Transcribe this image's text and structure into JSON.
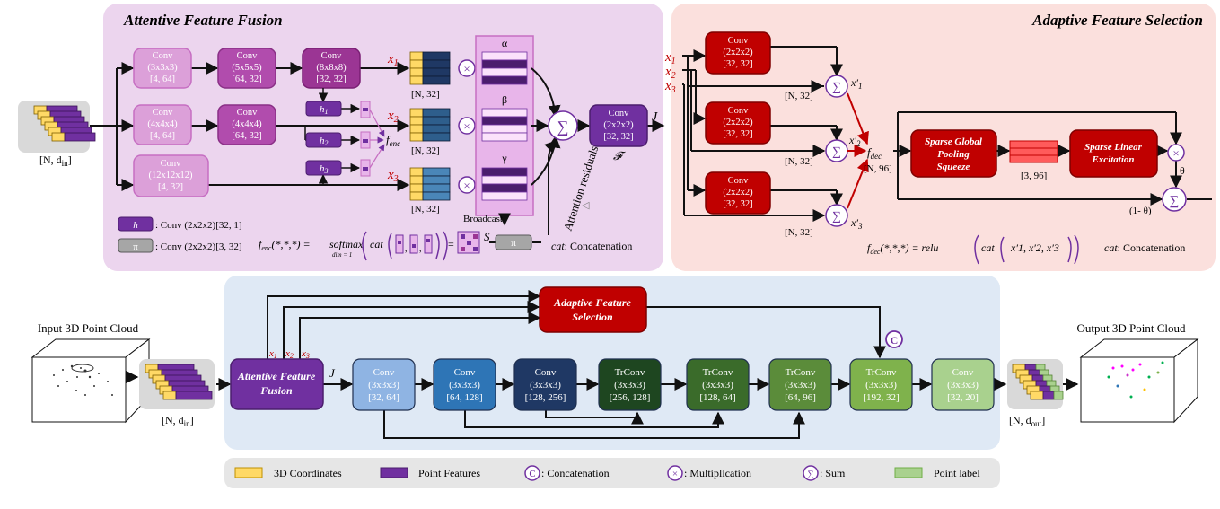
{
  "panels": {
    "aff_title": "Attentive Feature Fusion",
    "afs_title": "Adaptive Feature Selection"
  },
  "aff": {
    "conv_a1": [
      "Conv",
      "(3x3x3)",
      "[4, 64]"
    ],
    "conv_a2": [
      "Conv",
      "(5x5x5)",
      "[64, 32]"
    ],
    "conv_a3": [
      "Conv",
      "(8x8x8)",
      "[32, 32]"
    ],
    "conv_b1": [
      "Conv",
      "(4x4x4)",
      "[4, 64]"
    ],
    "conv_b2": [
      "Conv",
      "(4x4x4)",
      "[64, 32]"
    ],
    "conv_c1": [
      "Conv",
      "(12x12x12)",
      "[4, 32]"
    ],
    "conv_f": [
      "Conv",
      "(2x2x2)",
      "[32, 32]"
    ],
    "h1": "h1",
    "h2": "h2",
    "h3": "h3",
    "x1": "x1",
    "x2": "x2",
    "x3": "x3",
    "n32": "[N, 32]",
    "alpha": "α",
    "beta": "β",
    "gamma": "γ",
    "fenc": "f",
    "fenc_sub": "enc",
    "J": "J",
    "F": "𝓕",
    "input_label": "[N, d",
    "input_sub": "in",
    "broadcast": "Broadcast",
    "S": "S",
    "pi": "π",
    "attn_res": "Attention residuals",
    "legend_h": "h",
    "legend_h_text": ": Conv (2x2x2)[32, 1]",
    "legend_pi_text": ": Conv (2x2x2)[3, 32]",
    "eq_fenc": "f",
    "eq_fenc_sub": "enc",
    "eq_args": "(*,*,*) = ",
    "eq_softmax": "softmax",
    "eq_dim": "dim = 1",
    "eq_cat": "cat",
    "cat_text": "cat",
    "cat_def": ": Concatenation"
  },
  "afs": {
    "conv1": [
      "Conv",
      "(2x2x2)",
      "[32, 32]"
    ],
    "conv2": [
      "Conv",
      "(2x2x2)",
      "[32, 32]"
    ],
    "conv3": [
      "Conv",
      "(2x2x2)",
      "[32, 32]"
    ],
    "x1": "x1",
    "x2": "x2",
    "x3": "x3",
    "xp1": "x′1",
    "xp2": "x′2",
    "xp3": "x′3",
    "n32": "[N, 32]",
    "fdec": "f",
    "fdec_sub": "dec",
    "n96": "[N, 96]",
    "sgps": [
      "Sparse Global",
      "Pooling",
      "Squeeze"
    ],
    "sle": [
      "Sparse Linear",
      "Excitation"
    ],
    "dim396": "[3, 96]",
    "theta": "θ",
    "one_minus_theta": "(1- θ)",
    "eq_fdec": "f",
    "eq_fdec_sub": "dec",
    "eq_rest": "(*,*,*) = relu",
    "eq_cat": "cat",
    "eq_items": "x′1, x′2, x′3",
    "cat_text": "cat",
    "cat_def": ": Concatenation"
  },
  "pipeline": {
    "input_title": "Input 3D Point Cloud",
    "output_title": "Output 3D Point Cloud",
    "in_label": "[N, d",
    "in_sub": "in",
    "out_label": "[N, d",
    "out_sub": "out",
    "aff_block": [
      "Attentive Feature",
      "Fusion"
    ],
    "afs_block": [
      "Adaptive Feature",
      "Selection"
    ],
    "J": "J",
    "x1": "x1",
    "x2": "x2",
    "x3": "x3",
    "concat_symbol": "C",
    "blocks": [
      {
        "name": "Conv",
        "k": "(3x3x3)",
        "dim": "[32, 64]",
        "color": "#8fb4e3",
        "text": "#ffffff"
      },
      {
        "name": "Conv",
        "k": "(3x3x3)",
        "dim": "[64, 128]",
        "color": "#2e75b6",
        "text": "#ffffff"
      },
      {
        "name": "Conv",
        "k": "(3x3x3)",
        "dim": "[128, 256]",
        "color": "#1f3864",
        "text": "#ffffff"
      },
      {
        "name": "TrConv",
        "k": "(3x3x3)",
        "dim": "[256, 128]",
        "color": "#1e4620",
        "text": "#ffffff"
      },
      {
        "name": "TrConv",
        "k": "(3x3x3)",
        "dim": "[128, 64]",
        "color": "#3a6b2a",
        "text": "#ffffff"
      },
      {
        "name": "TrConv",
        "k": "(3x3x3)",
        "dim": "[64, 96]",
        "color": "#5b8c3a",
        "text": "#ffffff"
      },
      {
        "name": "TrConv",
        "k": "(3x3x3)",
        "dim": "[192, 32]",
        "color": "#7fb24c",
        "text": "#ffffff"
      },
      {
        "name": "Conv",
        "k": "(3x3x3)",
        "dim": "[32, 20]",
        "color": "#a9d18e",
        "text": "#ffffff"
      }
    ]
  },
  "legend": {
    "coords": "3D Coordinates",
    "features": "Point Features",
    "concat": ": Concatenation",
    "mult": ": Multiplication",
    "sum": ": Sum",
    "label": "Point label"
  },
  "colors": {
    "aff_bg": "#ecd5ee",
    "afs_bg": "#fbe0dd",
    "pipe_bg": "#dfe9f5",
    "legend_bg": "#e6e6e6",
    "purple": "#7030a0",
    "red": "#c00000",
    "yellow": "#ffd966"
  }
}
